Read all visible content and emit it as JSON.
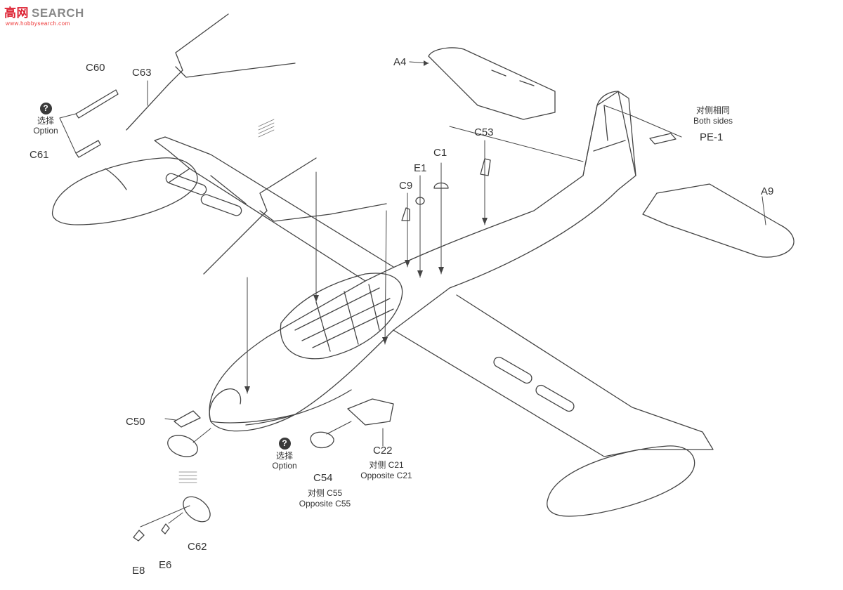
{
  "watermark": {
    "cn": "高",
    "cn2": "网",
    "en": "SEARCH",
    "sub": "www.hobbysearch.com"
  },
  "parts": {
    "C60": "C60",
    "C63": "C63",
    "C61": "C61",
    "A4": "A4",
    "C53": "C53",
    "C1": "C1",
    "E1": "E1",
    "C9": "C9",
    "PE1": "PE-1",
    "A9": "A9",
    "C50": "C50",
    "C54": "C54",
    "C22": "C22",
    "C62": "C62",
    "E8": "E8",
    "E6": "E6"
  },
  "notes": {
    "both_cn": "对侧相同",
    "both_en": "Both sides",
    "c21_cn": "对侧 C21",
    "c21_en": "Opposite C21",
    "c55_cn": "对侧 C55",
    "c55_en": "Opposite C55"
  },
  "option": {
    "q": "?",
    "cn": "选择",
    "en": "Option"
  }
}
